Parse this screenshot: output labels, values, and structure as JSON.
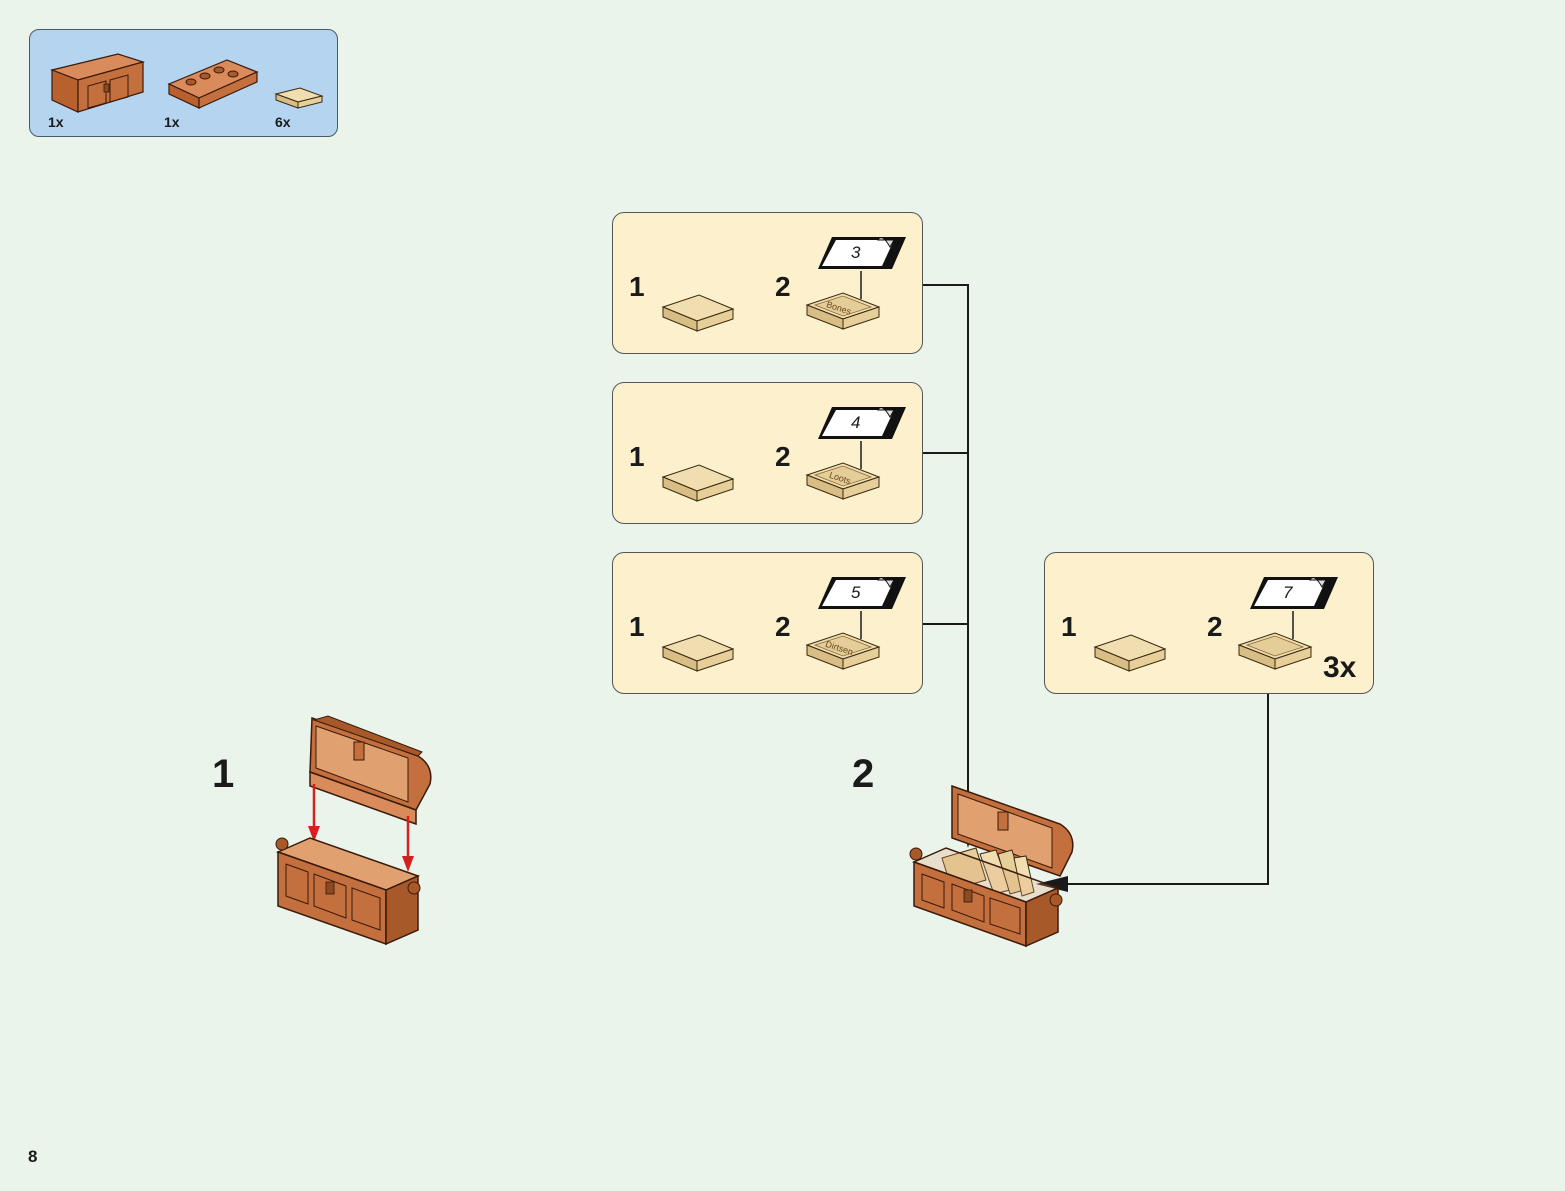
{
  "parts_list": {
    "items": [
      {
        "qty": "1x",
        "icon": "chest-base-icon"
      },
      {
        "qty": "1x",
        "icon": "chest-lid-icon"
      },
      {
        "qty": "6x",
        "icon": "tan-tile-icon"
      }
    ]
  },
  "subassemblies": [
    {
      "step1": "1",
      "step2": "2",
      "sticker_number": "3",
      "tile_text": "Bones"
    },
    {
      "step1": "1",
      "step2": "2",
      "sticker_number": "4",
      "tile_text": "Loots"
    },
    {
      "step1": "1",
      "step2": "2",
      "sticker_number": "5",
      "tile_text": "Dirtsen"
    },
    {
      "step1": "1",
      "step2": "2",
      "sticker_number": "7",
      "tile_text": "",
      "multiplier": "3x"
    }
  ],
  "steps": {
    "step1_number": "1",
    "step2_number": "2"
  },
  "page_number": "8",
  "colors": {
    "background": "#eaf4ea",
    "parts_box": "#b4d4ef",
    "sub_box": "#fdf0cd",
    "brick_brown": "#c46f3e",
    "tile_tan": "#e6cf98",
    "arrow_red": "#d42020"
  }
}
